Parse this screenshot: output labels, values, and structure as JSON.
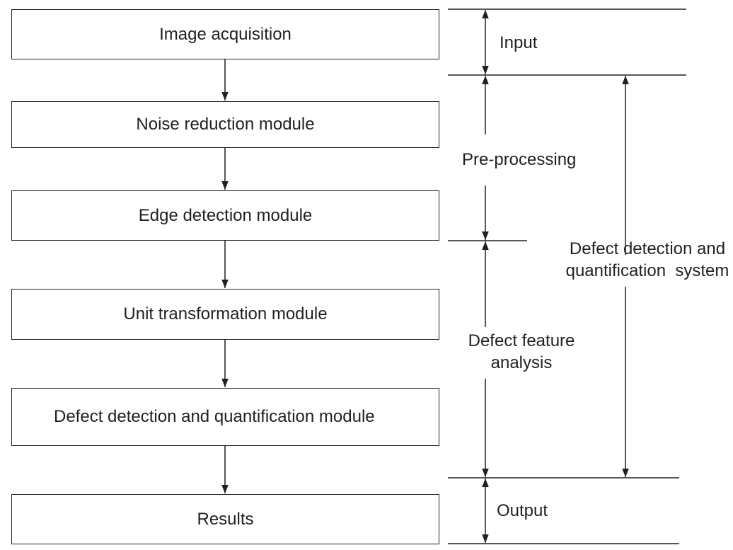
{
  "flow": {
    "image_acquisition": "Image acquisition",
    "noise_reduction": "Noise reduction module",
    "edge_detection": "Edge detection module",
    "unit_transformation": "Unit transformation module",
    "defect_module": "Defect detection and quantification module",
    "results": "Results"
  },
  "stages": {
    "input": "Input",
    "preprocessing": "Pre-processing",
    "feature_line1": "Defect feature",
    "feature_line2": "analysis",
    "output": "Output"
  },
  "system": {
    "line1": "Defect detection and",
    "line2": "quantification  system"
  },
  "colors": {
    "stroke": "#231f20",
    "background": "#ffffff"
  }
}
